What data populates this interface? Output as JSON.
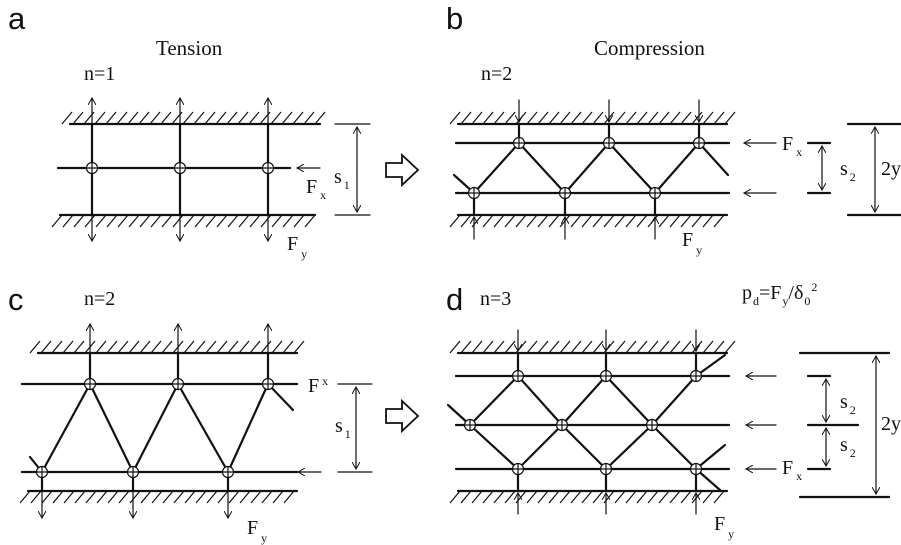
{
  "panels": {
    "a": {
      "letter": "a",
      "title": "Tension",
      "n": "n=1",
      "fx": "F",
      "fx_sub": "x",
      "fy": "F",
      "fy_sub": "y",
      "s": "s",
      "s_sub": "1"
    },
    "b": {
      "letter": "b",
      "title": "Compression",
      "n": "n=2",
      "fx": "F",
      "fx_sub": "x",
      "fy": "F",
      "fy_sub": "y",
      "s": "s",
      "s_sub": "2",
      "y2": "2y"
    },
    "c": {
      "letter": "c",
      "n": "n=2",
      "fx": "F",
      "fx_sub": "x",
      "fy": "F",
      "fy_sub": "y",
      "s": "s",
      "s_sub": "1"
    },
    "d": {
      "letter": "d",
      "n": "n=3",
      "fx": "F",
      "fx_sub": "x",
      "fy": "F",
      "fy_sub": "y",
      "s": "s",
      "s_sub": "2",
      "s_b": "s",
      "s_b_sub": "2",
      "y2": "2y"
    }
  },
  "formula": {
    "p": "p",
    "p_sub": "d",
    "eq": "=F",
    "fy_sub": "y",
    "slash": "/δ",
    "d_sub": "0",
    "sup": "2"
  },
  "legend_note": ""
}
